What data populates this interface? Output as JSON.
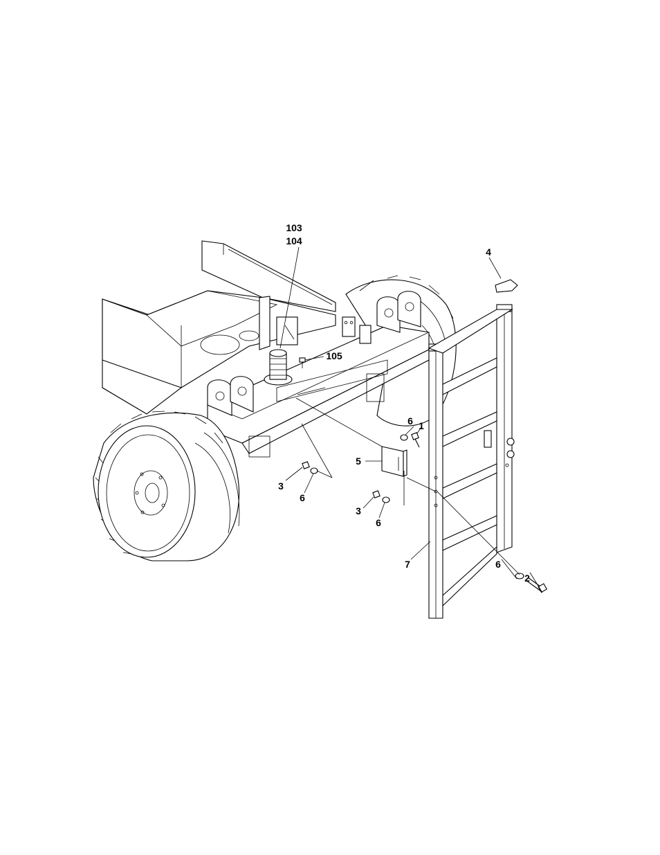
{
  "figure": {
    "callouts": [
      {
        "id": "c103",
        "text": "103"
      },
      {
        "id": "c104",
        "text": "104"
      },
      {
        "id": "c105",
        "text": "105"
      },
      {
        "id": "c4",
        "text": "4"
      },
      {
        "id": "c6a",
        "text": "6"
      },
      {
        "id": "c1",
        "text": "1"
      },
      {
        "id": "c5",
        "text": "5"
      },
      {
        "id": "c3a",
        "text": "3"
      },
      {
        "id": "c6b",
        "text": "6"
      },
      {
        "id": "c3b",
        "text": "3"
      },
      {
        "id": "c6c",
        "text": "6"
      },
      {
        "id": "c7",
        "text": "7"
      },
      {
        "id": "c6d",
        "text": "6"
      },
      {
        "id": "c2",
        "text": "2"
      }
    ]
  }
}
